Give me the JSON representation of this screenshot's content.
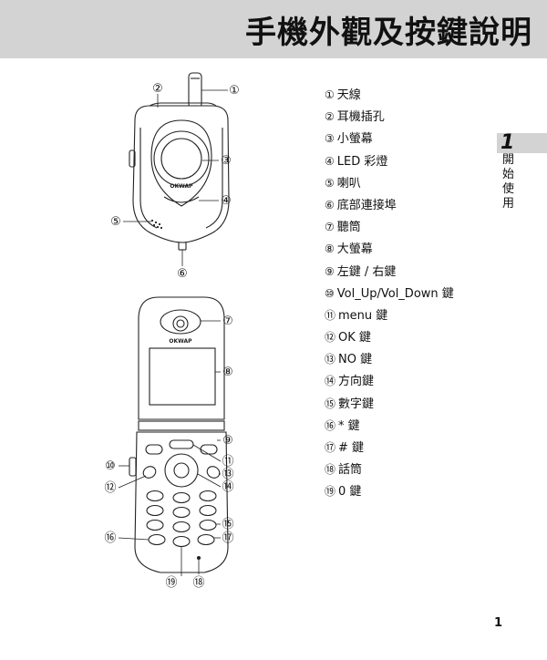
{
  "header": {
    "title": "手機外觀及按鍵說明"
  },
  "chapter": {
    "number": "1",
    "label": "開始使用"
  },
  "brand": "OKWAP",
  "callout_numbers": [
    "①",
    "②",
    "③",
    "④",
    "⑤",
    "⑥",
    "⑦",
    "⑧",
    "⑨",
    "⑩",
    "⑪",
    "⑫",
    "⑬",
    "⑭",
    "⑮",
    "⑯",
    "⑰",
    "⑱",
    "⑲"
  ],
  "legend": [
    {
      "num": "①",
      "label": "天線"
    },
    {
      "num": "②",
      "label": "耳機插孔"
    },
    {
      "num": "③",
      "label": "小螢幕"
    },
    {
      "num": "④",
      "label": "LED 彩燈"
    },
    {
      "num": "⑤",
      "label": "喇叭"
    },
    {
      "num": "⑥",
      "label": "底部連接埠"
    },
    {
      "num": "⑦",
      "label": "聽筒"
    },
    {
      "num": "⑧",
      "label": "大螢幕"
    },
    {
      "num": "⑨",
      "label": "左鍵 / 右鍵"
    },
    {
      "num": "⑩",
      "label": "Vol_Up/Vol_Down 鍵"
    },
    {
      "num": "⑪",
      "label": "menu 鍵"
    },
    {
      "num": "⑫",
      "label": "OK 鍵"
    },
    {
      "num": "⑬",
      "label": "NO 鍵"
    },
    {
      "num": "⑭",
      "label": "方向鍵"
    },
    {
      "num": "⑮",
      "label": "數字鍵"
    },
    {
      "num": "⑯",
      "label": "* 鍵"
    },
    {
      "num": "⑰",
      "label": "# 鍵"
    },
    {
      "num": "⑱",
      "label": "話筒"
    },
    {
      "num": "⑲",
      "label": "0 鍵"
    }
  ],
  "page_number": "1"
}
